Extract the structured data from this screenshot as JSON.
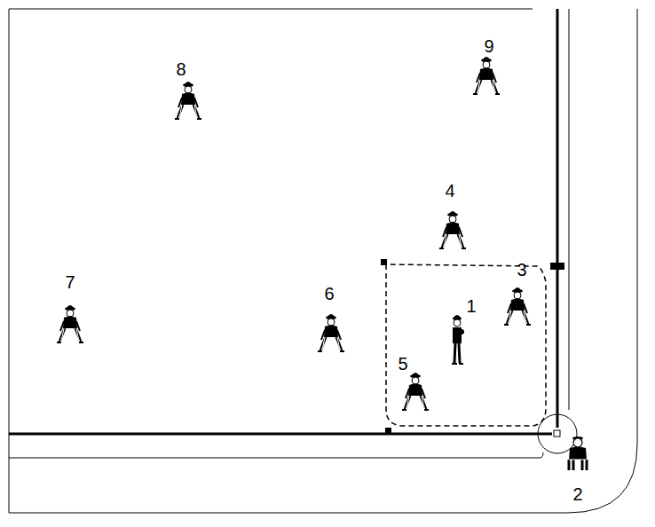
{
  "diagram": {
    "labels": [
      "9",
      "8",
      "4",
      "7",
      "6",
      "3",
      "1",
      "5",
      "2"
    ]
  }
}
